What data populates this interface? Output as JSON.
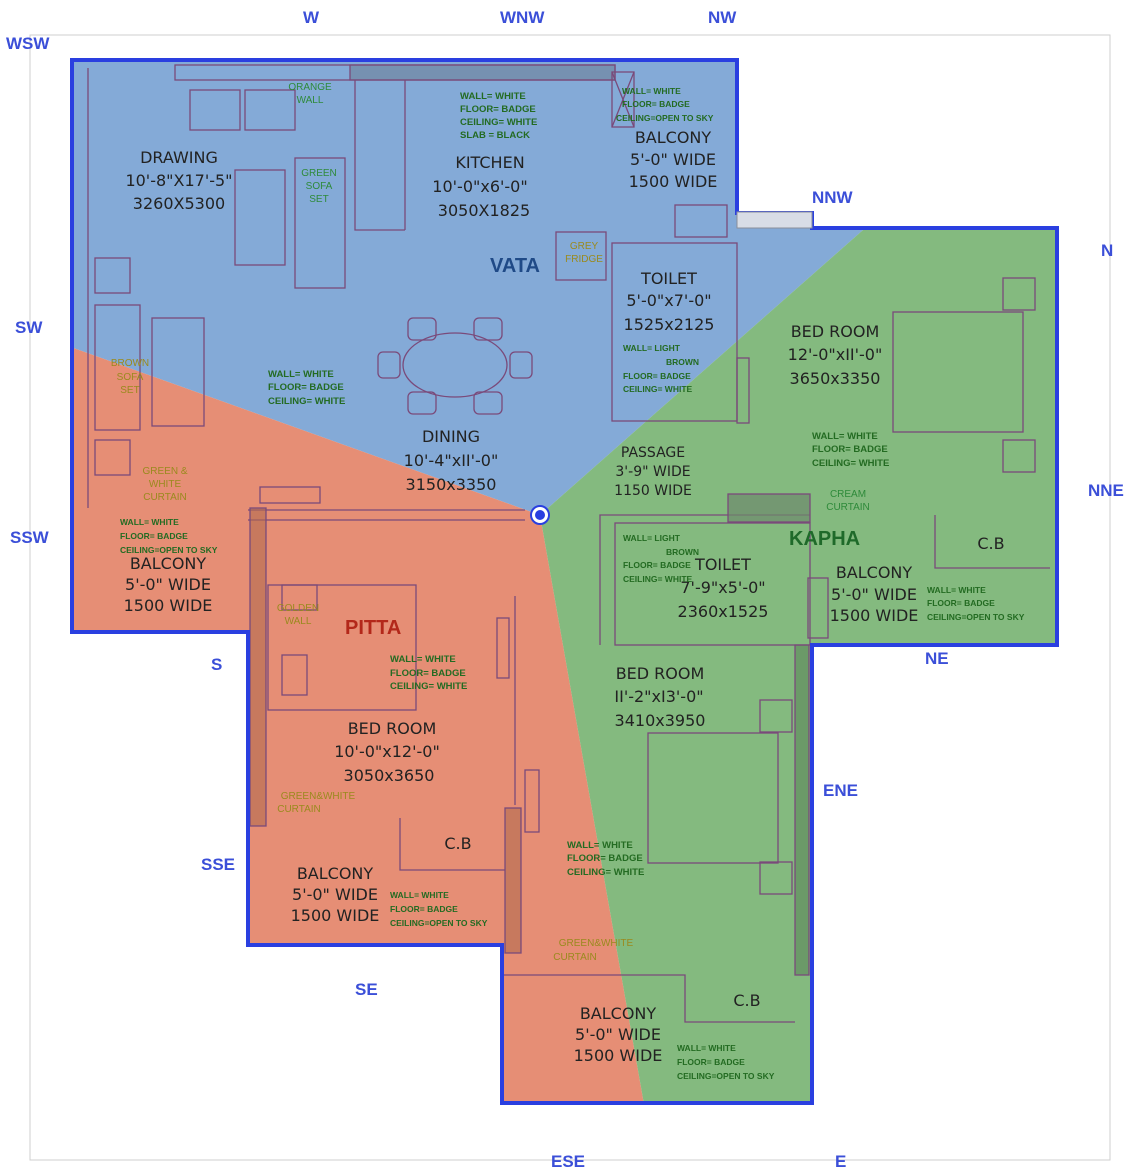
{
  "directions": {
    "w": "W",
    "wnw": "WNW",
    "nw": "NW",
    "wsw": "WSW",
    "nnw": "NNW",
    "n": "N",
    "sw": "SW",
    "nne": "NNE",
    "ssw": "SSW",
    "ne": "NE",
    "s": "S",
    "ene": "ENE",
    "sse": "SSE",
    "se": "SE",
    "ese": "ESE",
    "e": "E"
  },
  "zones": {
    "vata": "VATA",
    "pitta": "PITTA",
    "kapha": "KAPHA"
  },
  "colors": {
    "vata": "#6f9bd0",
    "pitta": "#e27a5d",
    "kapha": "#6fae68",
    "outline": "#2a3fe0",
    "direction_text": "#3b4fd8",
    "vata_text": "#1f4a87",
    "pitta_text": "#b3281a",
    "kapha_text": "#1f6a2a",
    "note_text": "#236b22",
    "furniture_text": "#9a8a1e"
  },
  "rooms": {
    "drawing": {
      "name": "DRAWING",
      "size": "10'-8\"X17'-5\"",
      "metric": "3260X5300"
    },
    "kitchen": {
      "name": "KITCHEN",
      "size": "10'-0\"x6'-0\"",
      "metric": "3050X1825"
    },
    "balcony_nw": {
      "name": "BALCONY",
      "width": "5'-0\" WIDE",
      "metric": "1500 WIDE"
    },
    "toilet_top": {
      "name": "TOILET",
      "size": "5'-0\"x7'-0\"",
      "metric": "1525x2125"
    },
    "bedroom_ne": {
      "name": "BED ROOM",
      "size": "12'-0\"xII'-0\"",
      "metric": "3650x3350"
    },
    "dining": {
      "name": "DINING",
      "size": "10'-4\"xII'-0\"",
      "metric": "3150x3350"
    },
    "passage": {
      "name": "PASSAGE",
      "width": "3'-9\" WIDE",
      "metric": "1150 WIDE"
    },
    "balcony_sw": {
      "name": "BALCONY",
      "width": "5'-0\" WIDE",
      "metric": "1500 WIDE"
    },
    "toilet_mid": {
      "name": "TOILET",
      "size": "7'-9\"x5'-0\"",
      "metric": "2360x1525"
    },
    "balcony_ne": {
      "name": "BALCONY",
      "width": "5'-0\" WIDE",
      "metric": "1500 WIDE"
    },
    "cb_ne": "C.B",
    "bedroom_s": {
      "name": "BED ROOM",
      "size": "10'-0\"x12'-0\"",
      "metric": "3050x3650"
    },
    "bedroom_e": {
      "name": "BED ROOM",
      "size": "II'-2\"xI3'-0\"",
      "metric": "3410x3950"
    },
    "cb_s": "C.B",
    "balcony_sse": {
      "name": "BALCONY",
      "width": "5'-0\" WIDE",
      "metric": "1500 WIDE"
    },
    "balcony_ese": {
      "name": "BALCONY",
      "width": "5'-0\" WIDE",
      "metric": "1500 WIDE"
    },
    "cb_e": "C.B"
  },
  "notes": {
    "kitchen": [
      "WALL= WHITE",
      "FLOOR= BADGE",
      "CEILING= WHITE",
      "SLAB = BLACK"
    ],
    "balcony_nw": [
      "WALL= WHITE",
      "FLOOR= BADGE",
      "CEILING=OPEN TO SKY"
    ],
    "dining": [
      "WALL= WHITE",
      "FLOOR= BADGE",
      "CEILING= WHITE"
    ],
    "toilet_top": [
      "WALL= LIGHT",
      "BROWN",
      "FLOOR= BADGE",
      "CEILING= WHITE"
    ],
    "bedroom_ne": [
      "WALL= WHITE",
      "FLOOR= BADGE",
      "CEILING= WHITE"
    ],
    "balcony_sw": [
      "WALL= WHITE",
      "FLOOR= BADGE",
      "CEILING=OPEN TO SKY"
    ],
    "toilet_mid": [
      "WALL= LIGHT",
      "BROWN",
      "FLOOR= BADGE",
      "CEILING= WHITE"
    ],
    "balcony_ne": [
      "WALL= WHITE",
      "FLOOR= BADGE",
      "CEILING=OPEN TO SKY"
    ],
    "bedroom_s": [
      "WALL= WHITE",
      "FLOOR= BADGE",
      "CEILING= WHITE"
    ],
    "balcony_sse": [
      "WALL= WHITE",
      "FLOOR= BADGE",
      "CEILING=OPEN TO SKY"
    ],
    "bedroom_e": [
      "WALL= WHITE",
      "FLOOR= BADGE",
      "CEILING= WHITE"
    ],
    "balcony_ese": [
      "WALL= WHITE",
      "FLOOR= BADGE",
      "CEILING=OPEN TO SKY"
    ]
  },
  "furniture": {
    "orange_wall": [
      "ORANGE",
      "WALL"
    ],
    "green_sofa": [
      "GREEN",
      "SOFA",
      "SET"
    ],
    "grey_fridge": [
      "GREY",
      "FRIDGE"
    ],
    "brown_sofa": [
      "BROWN",
      "SOFA",
      "SET"
    ],
    "green_white_curtain_w": [
      "GREEN &",
      "WHITE",
      "CURTAIN"
    ],
    "golden_wall": [
      "GOLDEN",
      "WALL"
    ],
    "cream_curtain": [
      "CREAM",
      "CURTAIN"
    ],
    "green_white_curtain_s": [
      "GREEN&WHITE",
      "CURTAIN"
    ],
    "green_white_curtain_se": [
      "GREEN&WHITE",
      "CURTAIN"
    ]
  }
}
